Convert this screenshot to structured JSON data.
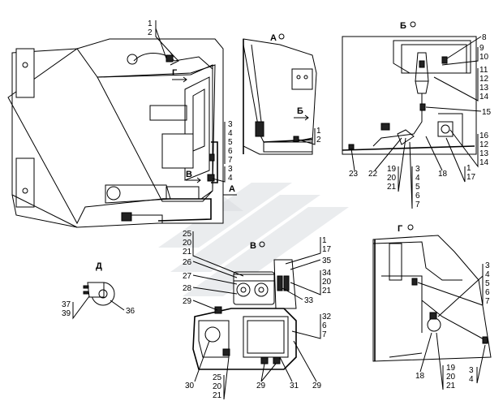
{
  "views": {
    "A": {
      "title": "А"
    },
    "B": {
      "title": "Б"
    },
    "V": {
      "title": "В"
    },
    "G": {
      "title": "Г"
    },
    "D": {
      "title": "Д"
    }
  },
  "markers": {
    "main_G": "Г",
    "main_B": "Б",
    "main_V": "В",
    "main_A": "А"
  },
  "callouts": {
    "main_1_2": [
      "1",
      "2"
    ],
    "main_3_7": [
      "3",
      "4",
      "5",
      "6",
      "7"
    ],
    "main_3_4": [
      "3",
      "4"
    ],
    "a_1_2": [
      "1",
      "2"
    ],
    "b_8": "8",
    "b_9_10": [
      "9",
      "10"
    ],
    "b_11_14": [
      "11",
      "12",
      "13",
      "14"
    ],
    "b_15": "15",
    "b_16_14": [
      "16",
      "12",
      "13",
      "14"
    ],
    "b_1_17": [
      "1",
      "17"
    ],
    "b_23": "23",
    "b_22": "22",
    "b_19_21": [
      "19",
      "20",
      "21"
    ],
    "b_3_7": [
      "3",
      "4",
      "5",
      "6",
      "7"
    ],
    "b_18": "18",
    "v_25_21": [
      "25",
      "20",
      "21"
    ],
    "v_26": "26",
    "v_27": "27",
    "v_28": "28",
    "v_29a": "29",
    "v_1_17": [
      "1",
      "17"
    ],
    "v_35": "35",
    "v_34_21": [
      "34",
      "20",
      "21"
    ],
    "v_33": "33",
    "v_32_7": [
      "32",
      "6",
      "7"
    ],
    "v_30": "30",
    "v_25b": [
      "25",
      "20",
      "21"
    ],
    "v_29b": "29",
    "v_31": "31",
    "v_29c": "29",
    "d_37_39": [
      "37",
      "39"
    ],
    "d_36": "36",
    "g_3_7": [
      "3",
      "4",
      "5",
      "6",
      "7"
    ],
    "g_18": "18",
    "g_19_21": [
      "19",
      "20",
      "21"
    ],
    "g_3_4": [
      "3",
      "4"
    ]
  }
}
